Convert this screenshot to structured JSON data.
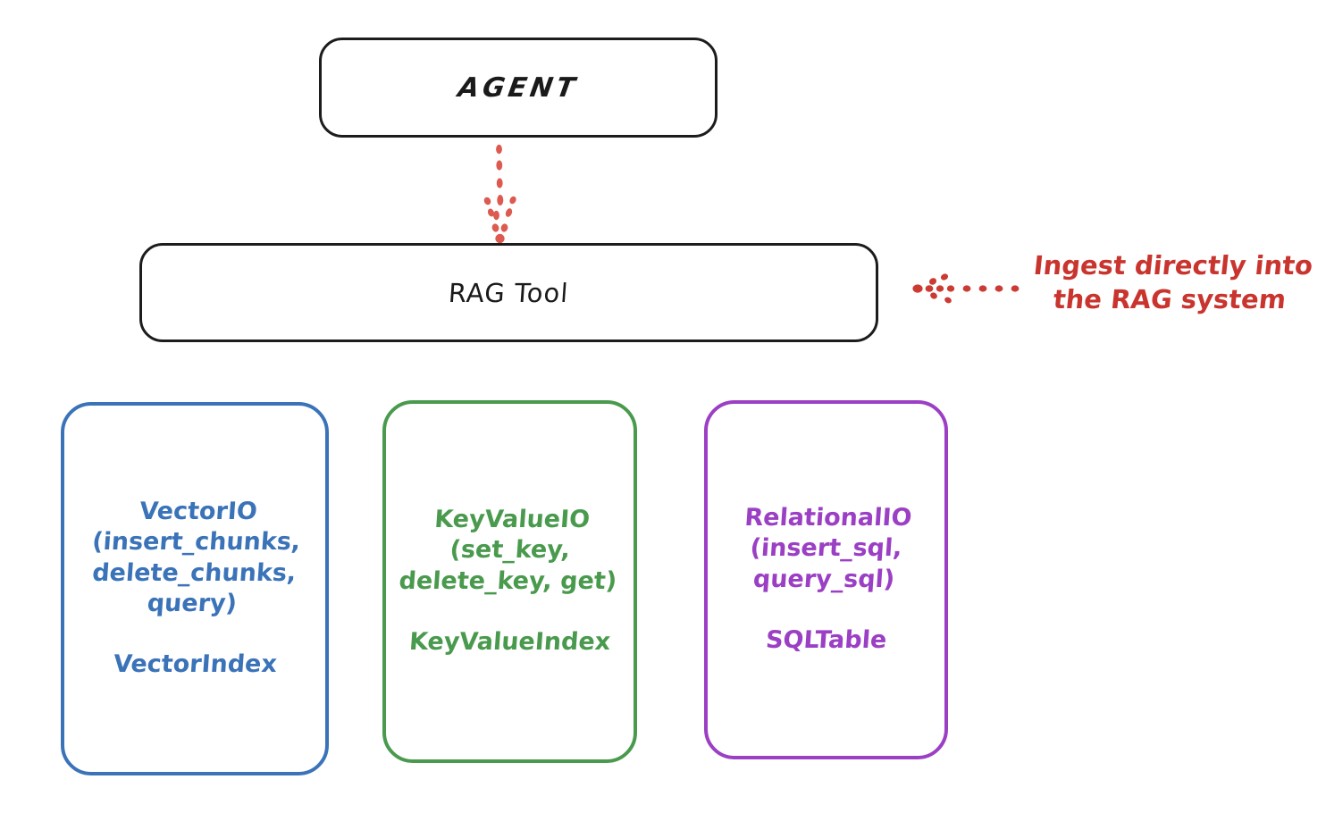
{
  "diagram": {
    "title_node": {
      "label": "AGENT"
    },
    "tool_node": {
      "label": "RAG Tool"
    },
    "stores": [
      {
        "id": "vectorio",
        "interface": "VectorIO\n(insert_chunks,\ndelete_chunks,\nquery)",
        "index": "VectorIndex",
        "color": "#3b73b9"
      },
      {
        "id": "keyvalueio",
        "interface": "KeyValueIO\n(set_key,\ndelete_key, get)",
        "index": "KeyValueIndex",
        "color": "#4a9a4e"
      },
      {
        "id": "relationalio",
        "interface": "RelationalIO\n(insert_sql,\nquery_sql)",
        "index": "SQLTable",
        "color": "#9b3fc4"
      }
    ],
    "annotations": [
      {
        "id": "ingest",
        "text": "Ingest directly into\nthe RAG system",
        "color": "#c9352e"
      }
    ],
    "edges": [
      {
        "id": "agent-to-ragtool",
        "from": "AGENT",
        "to": "RAG Tool",
        "style": "dotted",
        "direction": "down",
        "color": "#dd5a50"
      },
      {
        "id": "ingest-to-ragtool",
        "from": "Ingest directly into the RAG system",
        "to": "RAG Tool",
        "style": "dotted",
        "direction": "left",
        "color": "#cc3b33"
      }
    ],
    "colors": {
      "stroke_dark": "#1c1c1c",
      "blue": "#3b73b9",
      "green": "#4a9a4e",
      "purple": "#9b3fc4",
      "red": "#c9352e",
      "background": "#ffffff"
    }
  }
}
